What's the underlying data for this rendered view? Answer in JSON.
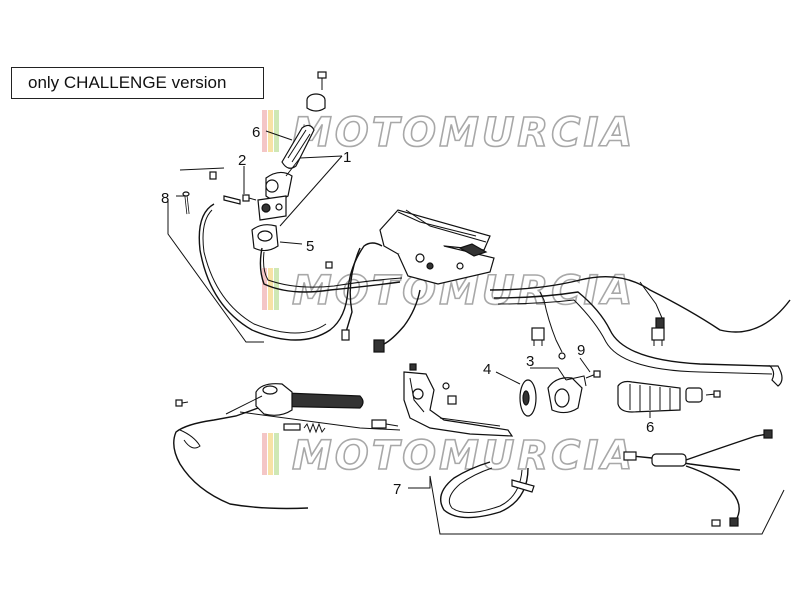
{
  "header": {
    "version_label": "only CHALLENGE version"
  },
  "watermark": {
    "text": "MOTOMURCIA",
    "stripe_colors": [
      "#f4c6c6",
      "#f7e2a6",
      "#cfe8b5"
    ]
  },
  "callouts": [
    {
      "id": "c6a",
      "label": "6"
    },
    {
      "id": "c2",
      "label": "2"
    },
    {
      "id": "c1",
      "label": "1"
    },
    {
      "id": "c8",
      "label": "8"
    },
    {
      "id": "c5",
      "label": "5"
    },
    {
      "id": "c9",
      "label": "9"
    },
    {
      "id": "c3",
      "label": "3"
    },
    {
      "id": "c4",
      "label": "4"
    },
    {
      "id": "c6b",
      "label": "6"
    },
    {
      "id": "c7",
      "label": "7"
    }
  ]
}
